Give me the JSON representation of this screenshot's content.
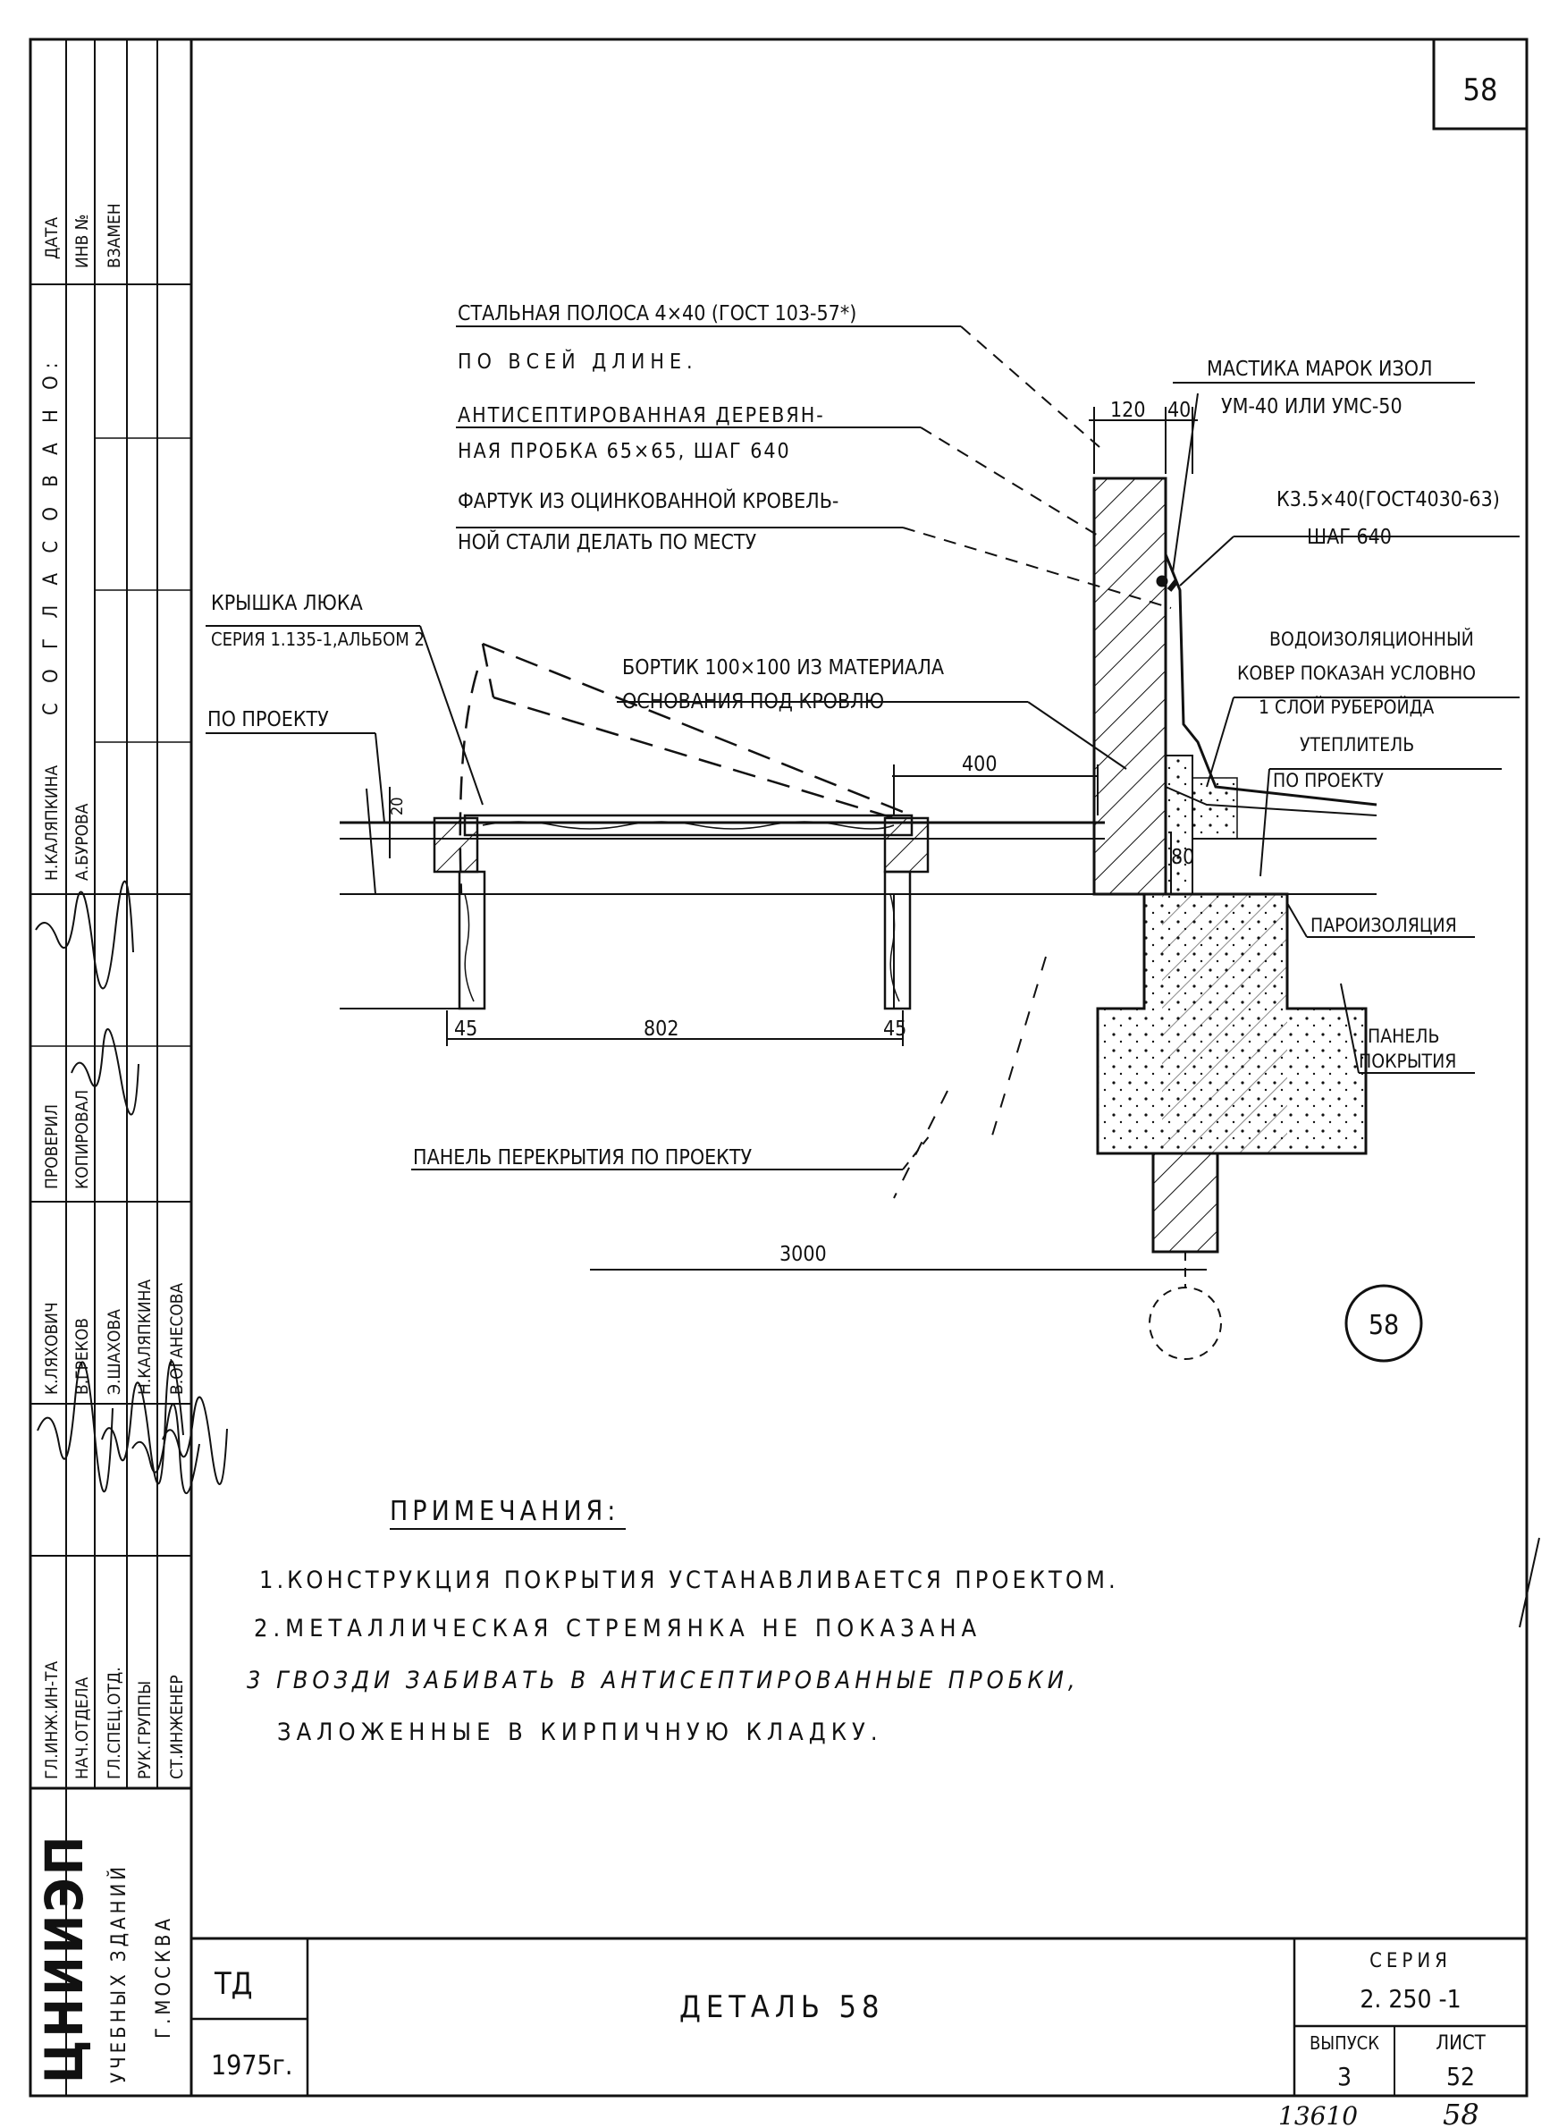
{
  "sheet": {
    "page_number": "58",
    "title": "ДЕТАЛЬ 58",
    "td": "ТД",
    "year": "1975г.",
    "series_label": "СЕРИЯ",
    "series_value": "2. 250 -1",
    "issue_label": "ВЫПУСК",
    "issue_value": "3",
    "sheet_label": "ЛИСТ",
    "sheet_value": "52",
    "bottom_note_left": "13610",
    "bottom_note_right": "58",
    "detail_mark": "58"
  },
  "side_strip": {
    "org_logo": "ЦНИИЭП",
    "org_line1": "УЧЕБНЫХ ЗДАНИЙ",
    "org_line2": "Г.МОСКВА",
    "top_cells": [
      "ДАТА",
      "ИНВ №",
      "ВЗАМЕН"
    ],
    "agreed": "С О Г Л А С О В А Н О:",
    "roles": [
      "ГЛ.ИНЖ.ИН-ТА",
      "НАЧ.ОТДЕЛА",
      "ГЛ.СПЕЦ.ОТД.",
      "РУК.ГРУППЫ",
      "СТ.ИНЖЕНЕР"
    ],
    "names": [
      "К.ЛЯХОВИЧ",
      "В.ГРЕКОВ",
      "Э.ШАХОВА",
      "Н.КАЛЯПКИНА",
      "В.ОГАНЕСОВА"
    ],
    "check_roles": [
      "ПРОВЕРИЛ",
      "КОПИРОВАЛ"
    ],
    "check_names": [
      "Н.КАЛЯПКИНА",
      "А.БУРОВА"
    ]
  },
  "callouts": {
    "steel_strip_1": "СТАЛЬНАЯ ПОЛОСА 4×40 (ГОСТ 103-57*)",
    "steel_strip_2": "ПО ВСЕЙ ДЛИНЕ.",
    "plug_1": "АНТИСЕПТИРОВАННАЯ ДЕРЕВЯН-",
    "plug_2": "НАЯ ПРОБКА 65×65, ШАГ 640",
    "apron_1": "ФАРТУК ИЗ ОЦИНКОВАННОЙ КРОВЕЛЬ-",
    "apron_2": "НОЙ СТАЛИ ДЕЛАТЬ ПО МЕСТУ",
    "mastic_1": "МАСТИКА МАРОК ИЗОЛ",
    "mastic_2": "УМ-40 ИЛИ УМС-50",
    "nail_1": "К3.5×40(ГОСТ4030-63)",
    "nail_2": "ШАГ 640",
    "hatch_1": "КРЫШКА ЛЮКА",
    "hatch_2": "СЕРИЯ 1.135-1,АЛЬБОМ 2",
    "curb_1": "БОРТИК 100×100 ИЗ МАТЕРИАЛА",
    "curb_2": "ОСНОВАНИЯ ПОД КРОВЛЮ",
    "by_project": "ПО ПРОЕКТУ",
    "waterproof_1": "ВОДОИЗОЛЯЦИОННЫЙ",
    "waterproof_2": "КОВЕР ПОКАЗАН УСЛОВНО",
    "waterproof_3": "1 СЛОЙ РУБЕРОЙДА",
    "insul_1": "УТЕПЛИТЕЛЬ",
    "insul_2": "ПО ПРОЕКТУ",
    "vapor": "ПАРОИЗОЛЯЦИЯ",
    "panel_1": "ПАНЕЛЬ",
    "panel_2": "ПОКРЫТИЯ",
    "floor_panel": "ПАНЕЛЬ ПЕРЕКРЫТИЯ ПО ПРОЕКТУ"
  },
  "dimensions": {
    "d120": "120",
    "d40": "40",
    "d400": "400",
    "d20": "20",
    "d80": "80",
    "d45a": "45",
    "d802": "802",
    "d45b": "45",
    "d3000": "3000"
  },
  "notes": {
    "heading": "ПРИМЕЧАНИЯ:",
    "items": [
      "1.КОНСТРУКЦИЯ ПОКРЫТИЯ УСТАНАВЛИВАЕТСЯ ПРОЕКТОМ.",
      "2.МЕТАЛЛИЧЕСКАЯ СТРЕМЯНКА НЕ ПОКАЗАНА",
      "3 ГВОЗДИ ЗАБИВАТЬ В АНТИСЕПТИРОВАННЫЕ ПРОБКИ,",
      "ЗАЛОЖЕННЫЕ В КИРПИЧНУЮ КЛАДКУ."
    ]
  }
}
